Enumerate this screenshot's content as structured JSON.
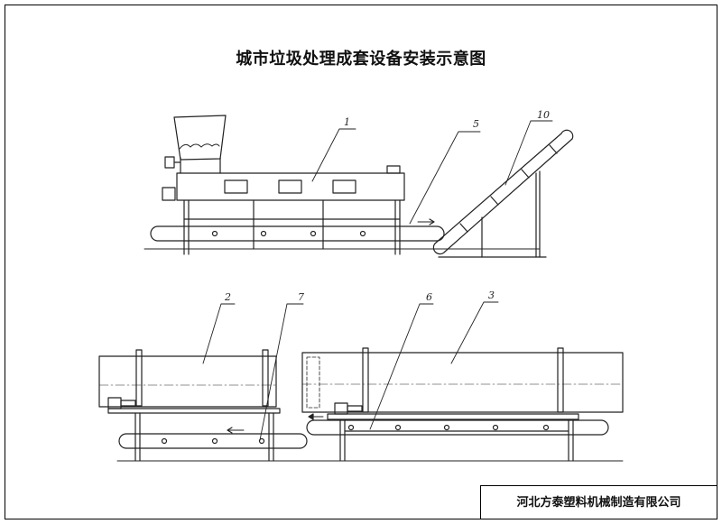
{
  "title": "城市垃圾处理成套设备安装示意图",
  "company": "河北方泰塑料机械制造有限公司",
  "labels": {
    "l1": "1",
    "l2": "2",
    "l3": "3",
    "l5": "5",
    "l6": "6",
    "l7": "7",
    "l10": "10"
  },
  "colors": {
    "line": "#222222",
    "background": "#ffffff"
  }
}
